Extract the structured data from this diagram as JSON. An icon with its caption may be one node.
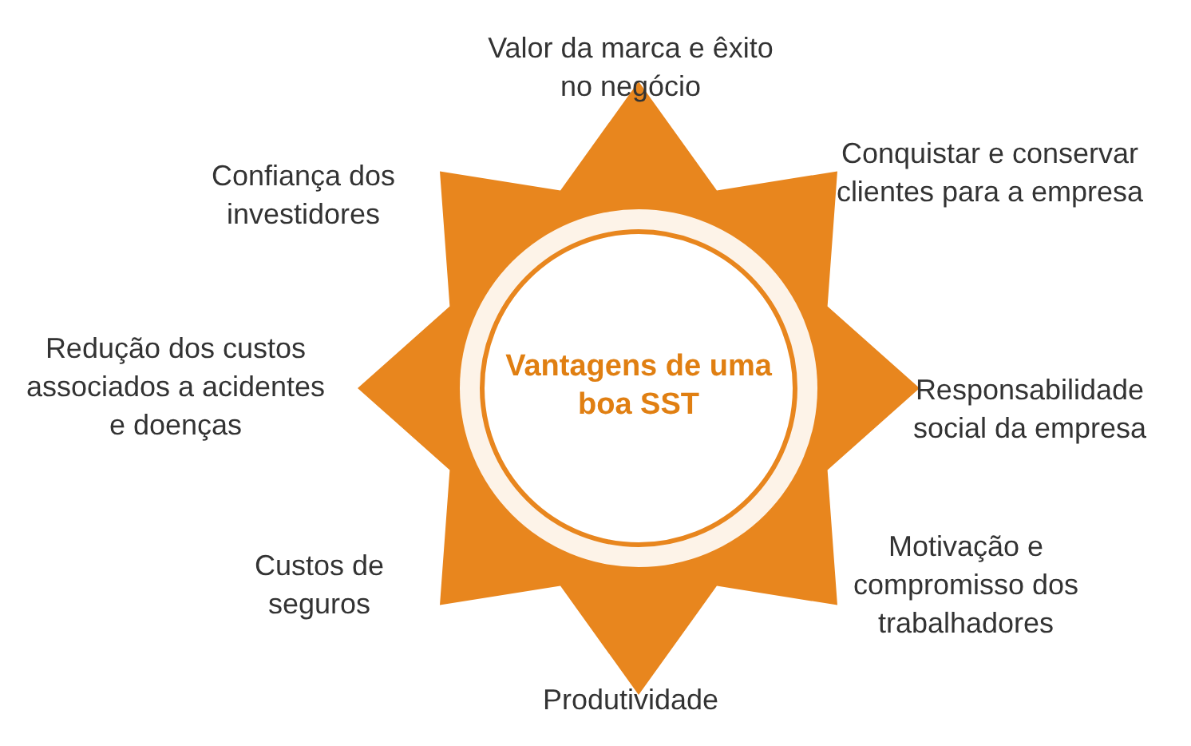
{
  "diagram": {
    "nodes": [
      {
        "text": [
          "Vantagens de uma boa SST"
        ]
      }
    ],
    "labels": [
      "Valor da marca e êxito no negócio",
      "Confiança dos investidores",
      "Conquistar e conservar clientes para a empresa",
      "Redução dos custos associados a acidentes e doenças",
      "Responsabilidade social da empresa",
      "Custos de seguros",
      "Motivação e compromisso dos trabalhadores",
      "Produtividade"
    ]
  }
}
